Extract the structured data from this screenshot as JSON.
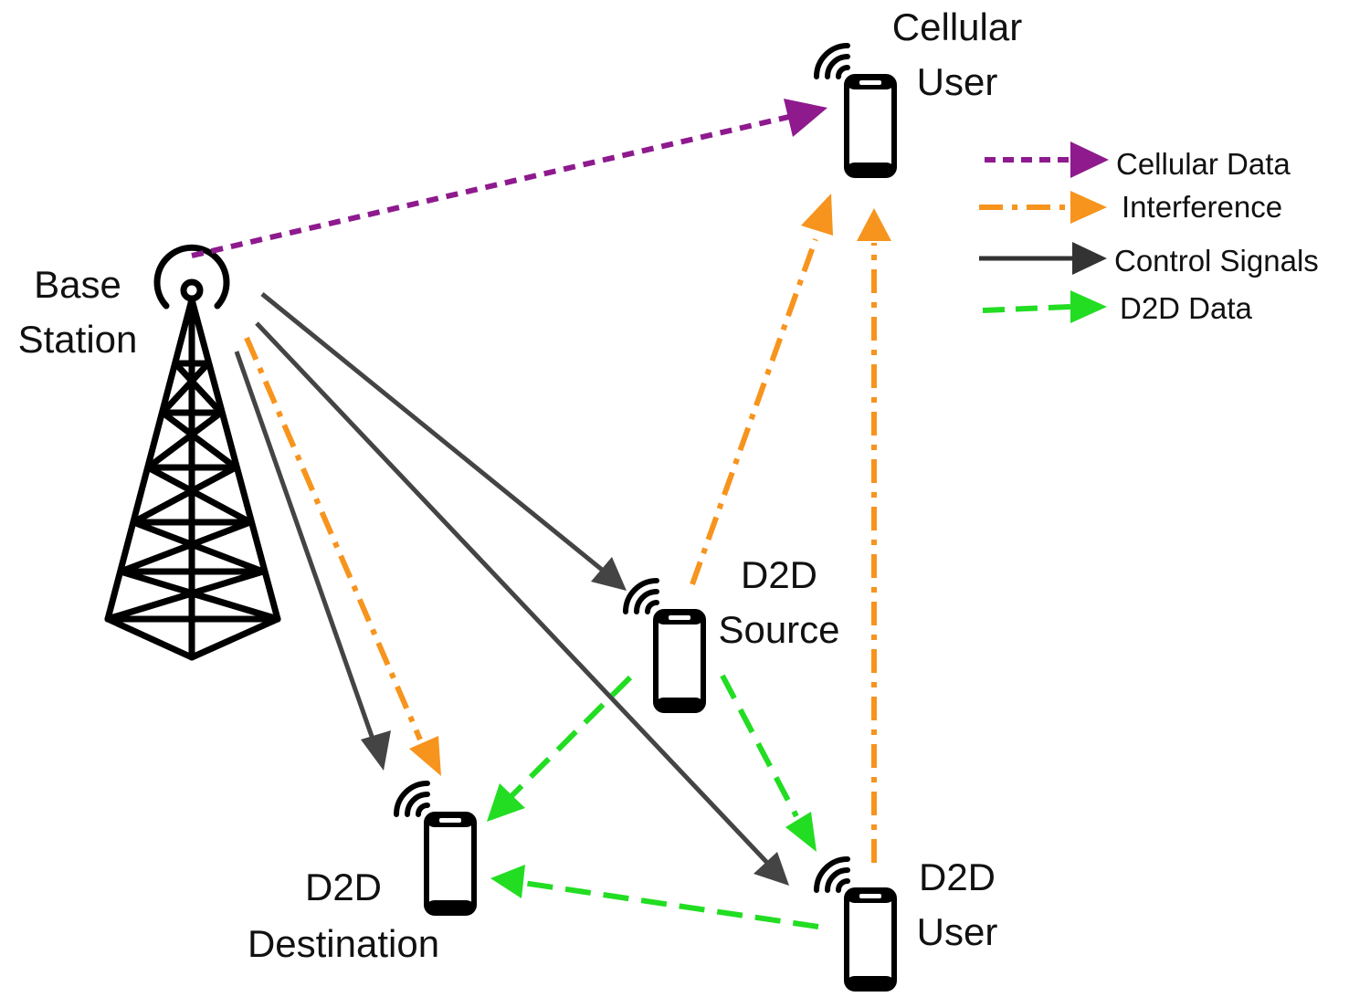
{
  "nodes": {
    "base_station": {
      "line1": "Base",
      "line2": "Station"
    },
    "cellular_user": {
      "line1": "Cellular",
      "line2": "User"
    },
    "d2d_source": {
      "line1": "D2D",
      "line2": "Source"
    },
    "d2d_destination": {
      "line1": "D2D",
      "line2": "Destination"
    },
    "d2d_user": {
      "line1": "D2D",
      "line2": "User"
    }
  },
  "legend": [
    {
      "label": "Cellular Data",
      "color": "#8e1a8e",
      "style": "dotted"
    },
    {
      "label": "Interference",
      "color": "#f7941d",
      "style": "dash-dot"
    },
    {
      "label": "Control Signals",
      "color": "#333333",
      "style": "solid"
    },
    {
      "label": "D2D Data",
      "color": "#22dd22",
      "style": "dashed"
    }
  ],
  "colors": {
    "cellular_data": "#8e1a8e",
    "interference": "#f7941d",
    "control": "#444444",
    "d2d_data": "#22dd22",
    "ink": "#000000"
  },
  "icons": [
    "cell-tower-icon",
    "smartphone-icon",
    "wireless-signal-icon"
  ]
}
